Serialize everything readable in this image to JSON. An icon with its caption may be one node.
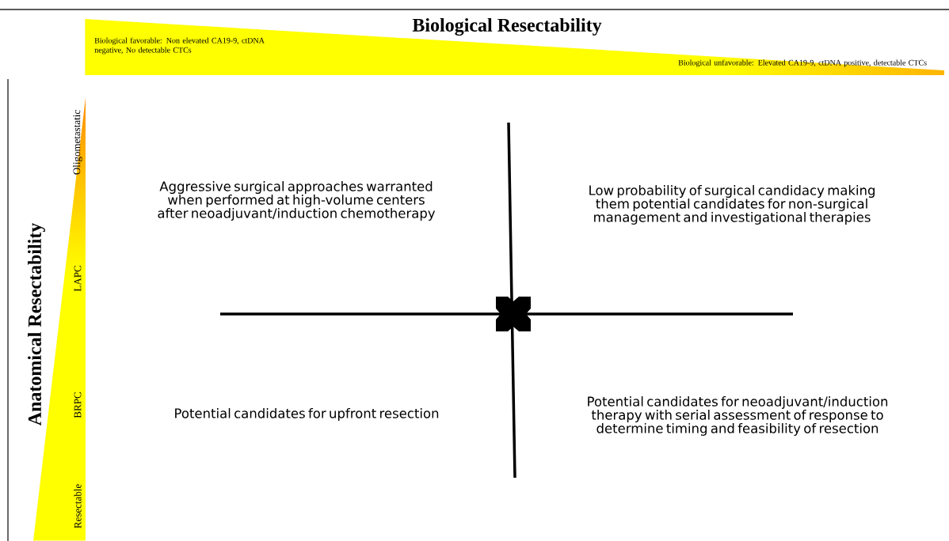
{
  "diagram": {
    "nodes": [
      {
        "text": [
          "Biological Resectability",
          "Biological favorable: Non elevated CA19-9, ctDNA negative, No detectable CTCs",
          "Biological unfavorable: Elevated CA19-9, ctDNA positive, detectable CTCs"
        ]
      },
      {
        "text": [
          "Anatomical Resectability",
          "Oligometastatic",
          "LAPC",
          "BRPC",
          "Resectable"
        ]
      }
    ],
    "labels": [
      "Aggressive surgical approaches warranted when performed at high-volume centers after neoadjuvant/induction chemotherapy",
      "Low probability of surgical candidacy making them potential candidates for non-surgical management and investigational therapies",
      "Potential candidates for upfront resection",
      "Potential candidates for neoadjuvant/induction therapy with serial assessment of response to determine timing and feasibility of resection"
    ]
  }
}
